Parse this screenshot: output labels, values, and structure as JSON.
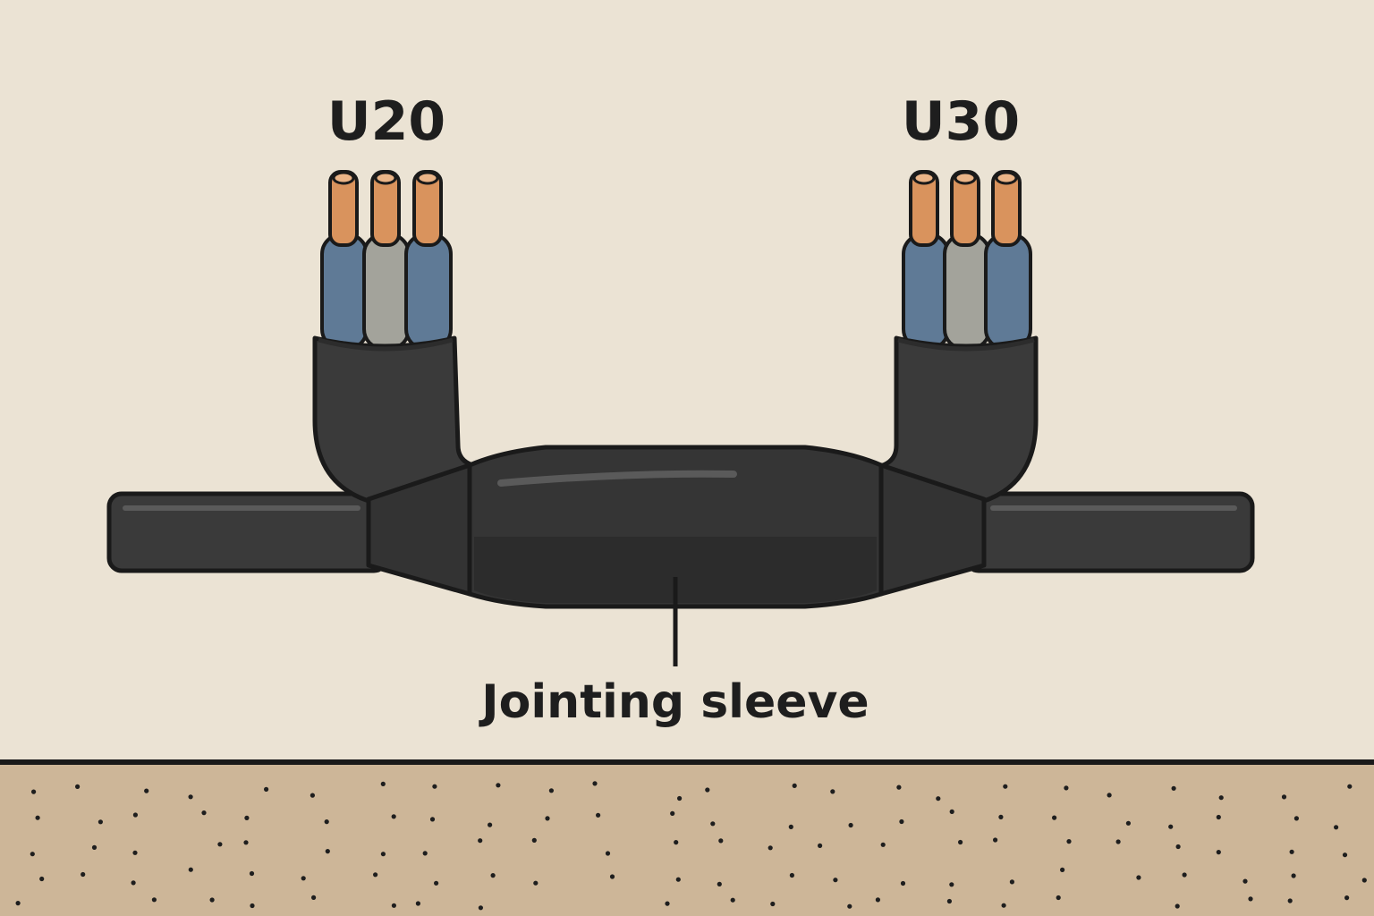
{
  "labels": {
    "cable_left": "U20",
    "cable_right": "U30",
    "sleeve": "Jointing sleeve"
  },
  "colors": {
    "background": "#ebe3d4",
    "ground": "#cdb698",
    "ground_dots": "#1e1e1e",
    "outline": "#1a1a1a",
    "sheath": "#3a3a3a",
    "sheath_dark": "#2c2c2c",
    "sheath_highlight": "#5a5a5a",
    "copper": "#d9935d",
    "copper_highlight": "#eab487",
    "core_blue": "#5f7a96",
    "core_grey": "#a3a39b",
    "text": "#1e1e1e"
  },
  "cores": {
    "U20": [
      "core_blue",
      "core_grey",
      "core_blue"
    ],
    "U30": [
      "core_blue",
      "core_grey",
      "core_blue"
    ]
  }
}
